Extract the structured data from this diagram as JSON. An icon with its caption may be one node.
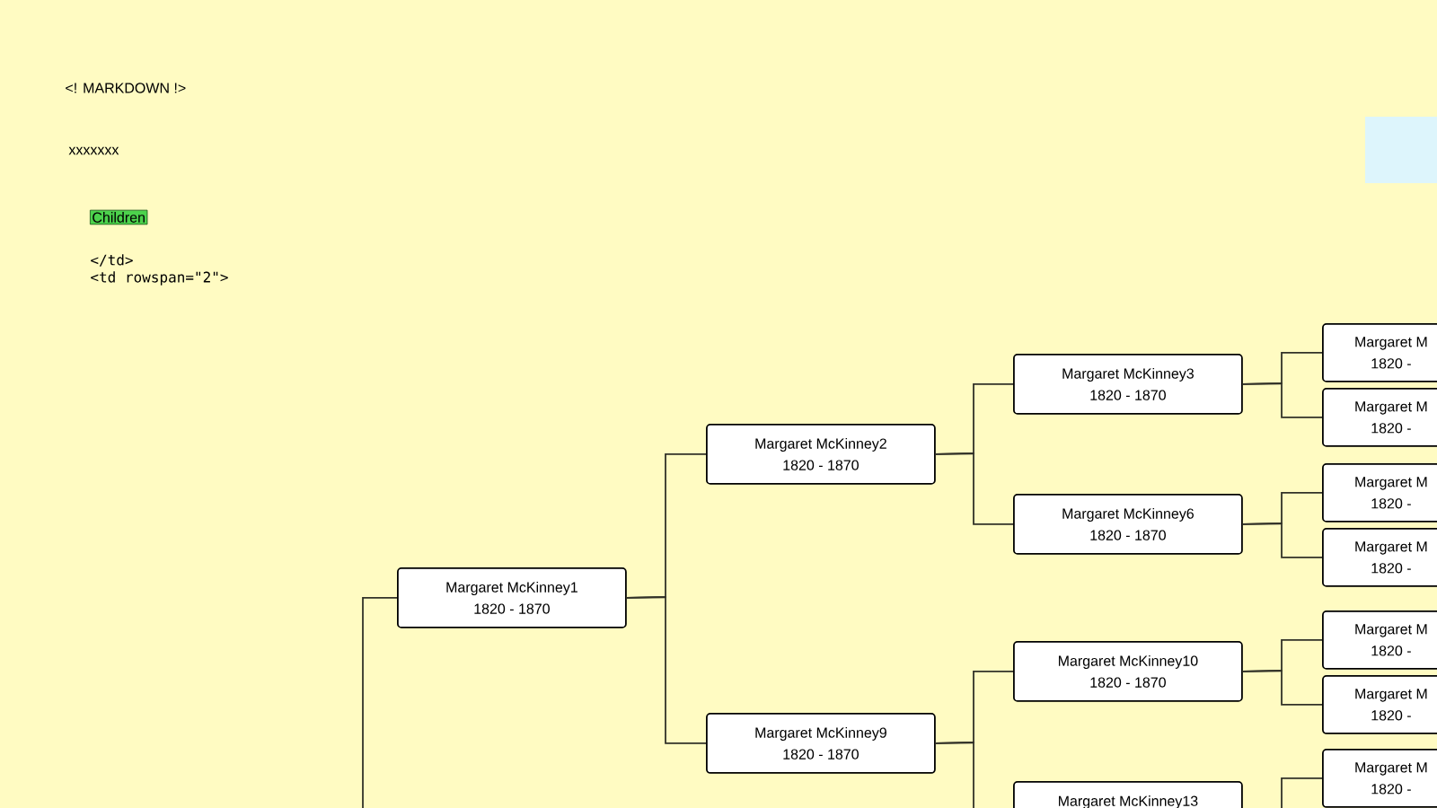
{
  "diagram": {
    "nodes": [
      {
        "text": [
          "Children"
        ]
      },
      {
        "text": [
          "Margaret McKinney1",
          "1820 - 1870"
        ]
      },
      {
        "text": [
          "Margaret McKinney2",
          "1820 - 1870"
        ]
      },
      {
        "text": [
          "Margaret McKinney9",
          "1820 - 1870"
        ]
      },
      {
        "text": [
          "Margaret McKinney3",
          "1820 - 1870"
        ]
      },
      {
        "text": [
          "Margaret McKinney6",
          "1820 - 1870"
        ]
      },
      {
        "text": [
          "Margaret McKinney10",
          "1820 - 1870"
        ]
      },
      {
        "text": [
          "Margaret McKinney13"
        ]
      },
      {
        "text": [
          "Margaret M",
          "1820 -"
        ]
      },
      {
        "text": [
          "Margaret M",
          "1820 -"
        ]
      },
      {
        "text": [
          "Margaret M",
          "1820 -"
        ]
      },
      {
        "text": [
          "Margaret M",
          "1820 -"
        ]
      },
      {
        "text": [
          "Margaret M",
          "1820 -"
        ]
      },
      {
        "text": [
          "Margaret M",
          "1820 -"
        ]
      },
      {
        "text": [
          "Margaret M",
          "1820 -"
        ]
      }
    ],
    "edges": [
      {
        "from": null,
        "to": 1,
        "arrow": "none"
      },
      {
        "from": 1,
        "to": 2,
        "arrow": "none"
      },
      {
        "from": 1,
        "to": 3,
        "arrow": "none"
      },
      {
        "from": 2,
        "to": 4,
        "arrow": "none"
      },
      {
        "from": 2,
        "to": 5,
        "arrow": "none"
      },
      {
        "from": 3,
        "to": 6,
        "arrow": "none"
      },
      {
        "from": 3,
        "to": 7,
        "arrow": "none"
      },
      {
        "from": 4,
        "to": 8,
        "arrow": "none"
      },
      {
        "from": 4,
        "to": 9,
        "arrow": "none"
      },
      {
        "from": 5,
        "to": 10,
        "arrow": "none"
      },
      {
        "from": 5,
        "to": 11,
        "arrow": "none"
      },
      {
        "from": 6,
        "to": 12,
        "arrow": "none"
      },
      {
        "from": 6,
        "to": 13,
        "arrow": "none"
      },
      {
        "from": 7,
        "to": 14,
        "arrow": "none"
      }
    ],
    "labels": [
      "<! MARKDOWN !>",
      "xxxxxxx",
      "</td>",
      "<td rowspan=\"2\">"
    ]
  }
}
